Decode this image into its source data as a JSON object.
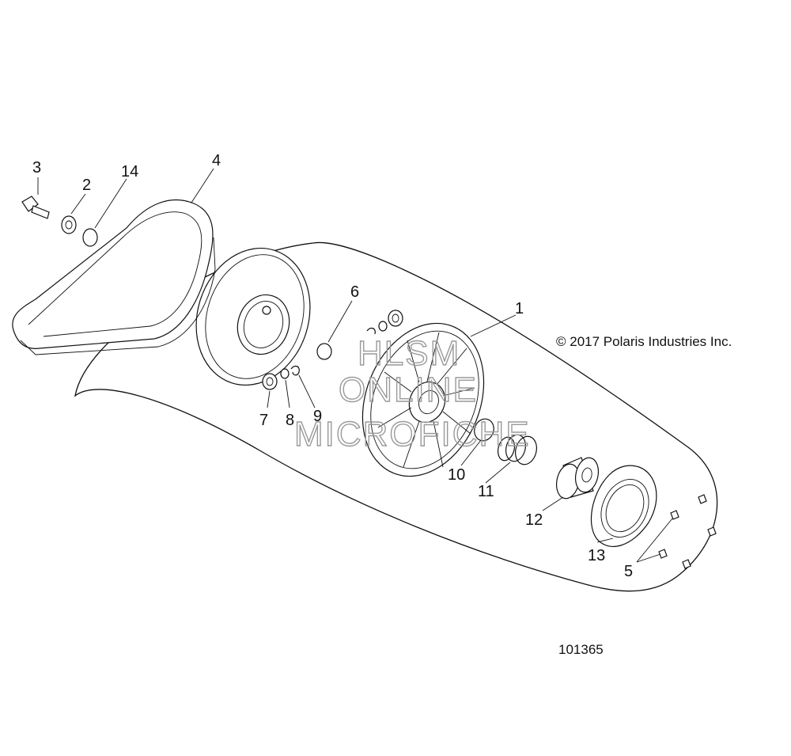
{
  "copyright": "© 2017 Polaris Industries Inc.",
  "figure_number": "101365",
  "watermark": [
    "HLSM",
    "ONLINE",
    "MICROFICHE"
  ],
  "callouts": [
    {
      "id": "c1",
      "label": "1"
    },
    {
      "id": "c2",
      "label": "2"
    },
    {
      "id": "c3",
      "label": "3"
    },
    {
      "id": "c4",
      "label": "4"
    },
    {
      "id": "c5",
      "label": "5"
    },
    {
      "id": "c6",
      "label": "6"
    },
    {
      "id": "c7",
      "label": "7"
    },
    {
      "id": "c8",
      "label": "8"
    },
    {
      "id": "c9",
      "label": "9"
    },
    {
      "id": "c10",
      "label": "10"
    },
    {
      "id": "c11",
      "label": "11"
    },
    {
      "id": "c12",
      "label": "12"
    },
    {
      "id": "c13",
      "label": "13"
    },
    {
      "id": "c14",
      "label": "14"
    }
  ]
}
